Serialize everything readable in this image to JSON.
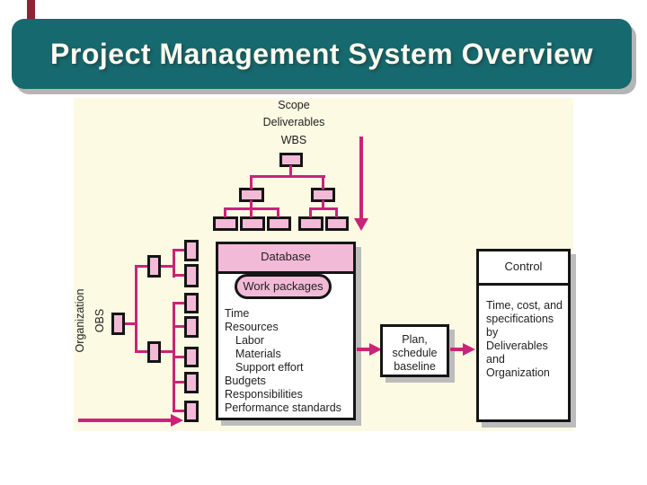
{
  "title": "Project Management System Overview",
  "colors": {
    "title_teal": "#16696e",
    "accent_maroon": "#8c2433",
    "panel_ivory": "#fcfae3",
    "box_pink": "#f3bad7",
    "line_magenta": "#ca2378",
    "shadow_gray": "#bcbcbc"
  },
  "wbs": {
    "labels": [
      "Scope",
      "Deliverables",
      "WBS"
    ]
  },
  "obs": {
    "organization_label": "Organization",
    "obs_label": "OBS"
  },
  "database": {
    "header": "Database",
    "pill": "Work packages",
    "items": [
      {
        "text": "Time",
        "indent": false
      },
      {
        "text": "Resources",
        "indent": false
      },
      {
        "text": "Labor",
        "indent": true
      },
      {
        "text": "Materials",
        "indent": true
      },
      {
        "text": "Support effort",
        "indent": true
      },
      {
        "text": "Budgets",
        "indent": false
      },
      {
        "text": "Responsibilities",
        "indent": false
      },
      {
        "text": "Performance standards",
        "indent": false
      }
    ]
  },
  "plan": {
    "lines": [
      "Plan,",
      "schedule",
      "baseline"
    ]
  },
  "control": {
    "header": "Control",
    "lines": [
      "Time, cost, and",
      "specifications",
      "by",
      "Deliverables",
      "and",
      "Organization"
    ]
  }
}
